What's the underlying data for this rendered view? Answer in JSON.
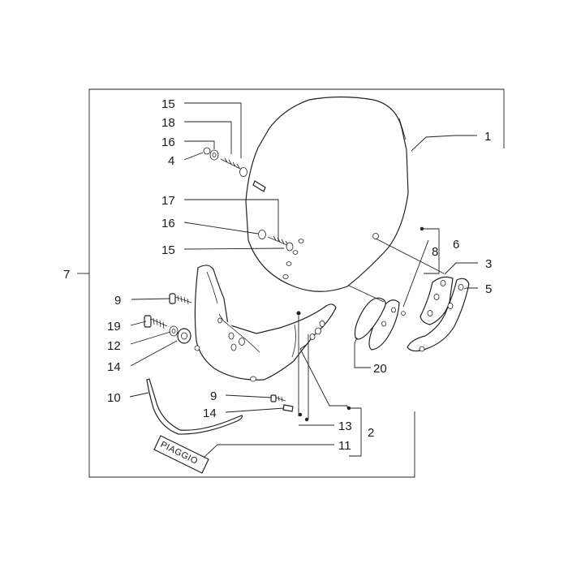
{
  "callouts": {
    "c1": "1",
    "c2": "2",
    "c3": "3",
    "c4": "4",
    "c5": "5",
    "c6": "6",
    "c7": "7",
    "c8": "8",
    "c9a": "9",
    "c9b": "9",
    "c10": "10",
    "c11": "11",
    "c12": "12",
    "c13": "13",
    "c14a": "14",
    "c14b": "14",
    "c15a": "15",
    "c15b": "15",
    "c16a": "16",
    "c16b": "16",
    "c17": "17",
    "c18": "18",
    "c19": "19",
    "c20": "20"
  },
  "badge_text": "PIAGGIO"
}
